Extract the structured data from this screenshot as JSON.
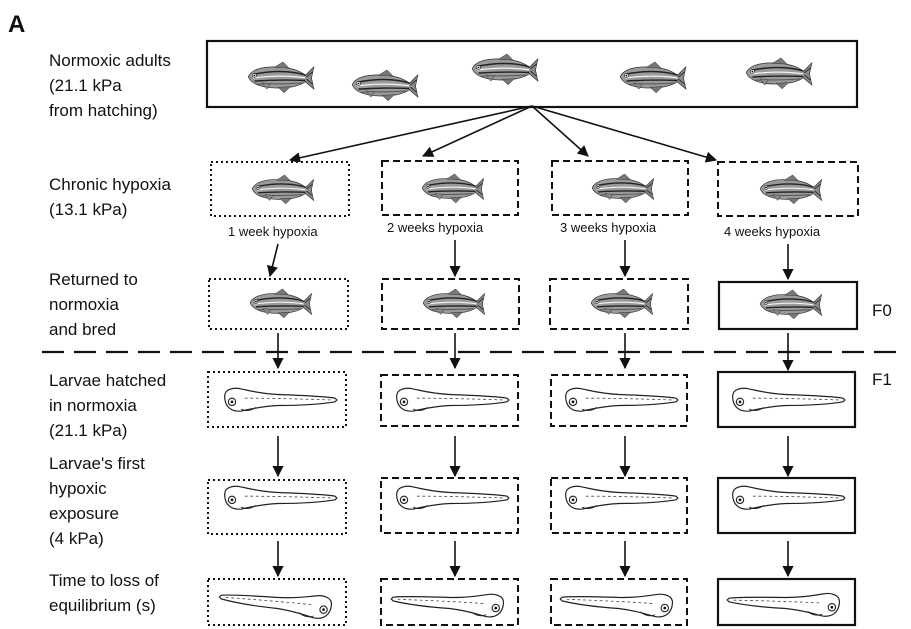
{
  "panel_label": "A",
  "row_labels": {
    "normoxic_adults": [
      "Normoxic adults",
      "(21.1 kPa",
      "from hatching)"
    ],
    "chronic_hypoxia": [
      "Chronic hypoxia",
      "(13.1 kPa)"
    ],
    "returned": [
      "Returned to",
      "normoxia",
      "and bred"
    ],
    "larvae_hatched": [
      "Larvae hatched",
      "in normoxia",
      "(21.1 kPa)"
    ],
    "first_exposure": [
      "Larvae's first",
      "hypoxic",
      "exposure",
      "(4 kPa)"
    ],
    "time_to_loe": [
      "Time to loss of",
      "equilibrium (s)"
    ]
  },
  "treatments": [
    {
      "caption": "1 week hypoxia",
      "border": "dotted"
    },
    {
      "caption": "2 weeks hypoxia",
      "border": "dashed"
    },
    {
      "caption": "3 weeks hypoxia",
      "border": "dashed"
    },
    {
      "caption": "4 weeks hypoxia",
      "border": "solid"
    }
  ],
  "generations": {
    "f0": "F0",
    "f1": "F1"
  },
  "icons": {
    "adult": "zebrafish-adult-icon",
    "larva": "zebrafish-larva-icon",
    "larva_flipped": "zebrafish-larva-flipped-icon"
  }
}
